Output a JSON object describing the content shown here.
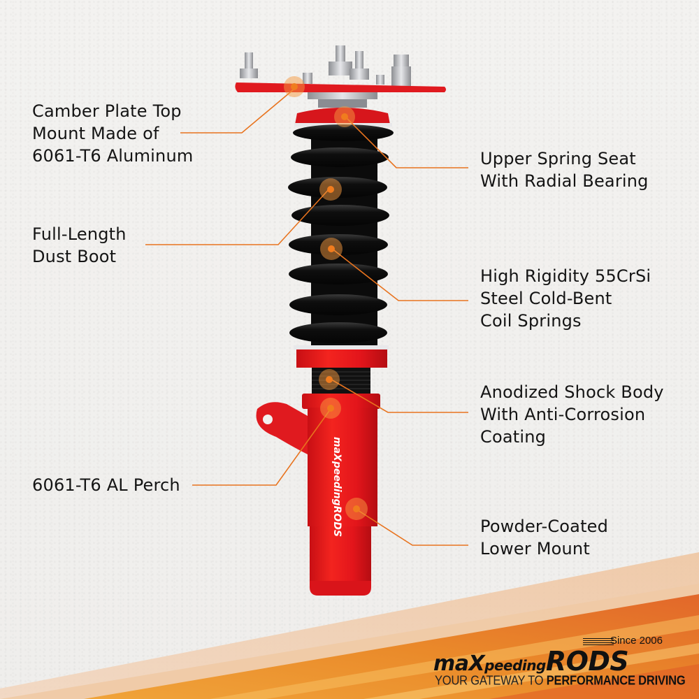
{
  "callouts": {
    "left": [
      {
        "id": "camber-plate",
        "lines": [
          "Camber Plate Top",
          "Mount Made of",
          "6061-T6 Aluminum"
        ]
      },
      {
        "id": "dust-boot",
        "lines": [
          "Full-Length",
          "Dust Boot"
        ]
      },
      {
        "id": "perch",
        "lines": [
          "6061-T6 AL Perch"
        ]
      }
    ],
    "right": [
      {
        "id": "upper-spring-seat",
        "lines": [
          "Upper Spring Seat",
          "With Radial Bearing"
        ]
      },
      {
        "id": "coil-springs",
        "lines": [
          "High Rigidity 55CrSi",
          "Steel Cold-Bent",
          "Coil Springs"
        ]
      },
      {
        "id": "shock-body",
        "lines": [
          "Anodized Shock Body",
          "With Anti-Corrosion",
          "Coating"
        ]
      },
      {
        "id": "lower-mount",
        "lines": [
          "Powder-Coated",
          "Lower Mount"
        ]
      }
    ]
  },
  "brand": {
    "since": "Since 2006",
    "wordmark_prefix": "maX",
    "wordmark_middle": "peeding",
    "wordmark_suffix": "RODS",
    "tagline_regular": "YOUR GATEWAY TO ",
    "tagline_bold": "PERFORMANCE DRIVING",
    "body_print": "maXpeedingRODS"
  },
  "colors": {
    "accent_orange": "#e8731e",
    "strut_red": "#e3151b",
    "spring_black": "#141414",
    "background": "#f2f1ef"
  }
}
